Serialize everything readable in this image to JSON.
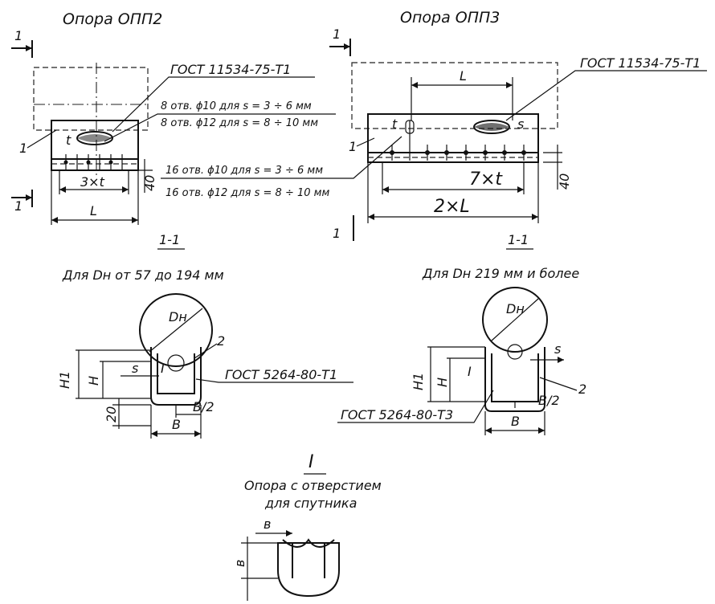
{
  "top_left": {
    "title": "Опора  ОПП2",
    "section_mark": "1",
    "gost": "ГОСТ 11534-75-Т1",
    "holes_line1": "8 отв. ϕ10 для  s = 3 ÷ 6 мм",
    "holes_line2": "8 отв. ϕ12 для  s = 8 ÷ 10 мм",
    "dim_t": "t",
    "dim_3xt": "3×t",
    "dim_L": "L",
    "dim_40": "40",
    "pos_1": "1"
  },
  "top_right": {
    "title": "Опора  ОПП3",
    "section_mark": "1",
    "gost": "ГОСТ 11534-75-Т1",
    "holes_line1": "16 отв. ϕ10 для  s = 3 ÷ 6 мм",
    "holes_line2": "16 отв. ϕ12 для  s = 8 ÷ 10 мм",
    "dim_L": "L",
    "dim_t": "t",
    "dim_s": "s",
    "dim_7xt": "7×t",
    "dim_2xL": "2×L",
    "dim_40": "40",
    "pos_1": "1"
  },
  "section_left": {
    "section_label": "1-1",
    "caption": "Для  Dн  от 57 до 194 мм",
    "dim_Dn": "Dн",
    "dim_H1": "H1",
    "dim_H": "H",
    "dim_s": "s",
    "dim_I": "I",
    "dim_20": "20",
    "dim_B": "B",
    "dim_B2": "B/2",
    "pos_2": "2",
    "gost": "ГОСТ 5264-80-Т1"
  },
  "section_right": {
    "section_label": "1-1",
    "caption": "Для  Dн  219 мм и более",
    "dim_Dn": "Dн",
    "dim_H1": "H1",
    "dim_H": "H",
    "dim_s": "s",
    "dim_I": "I",
    "dim_B": "B",
    "dim_B2": "B/2",
    "pos_2": "2",
    "gost": "ГОСТ 5264-80-Т3"
  },
  "detail": {
    "mark": "I",
    "caption_line1": "Опора с отверстием",
    "caption_line2": "для  спутника",
    "dim_b_top": "в",
    "dim_b_side": "в"
  }
}
